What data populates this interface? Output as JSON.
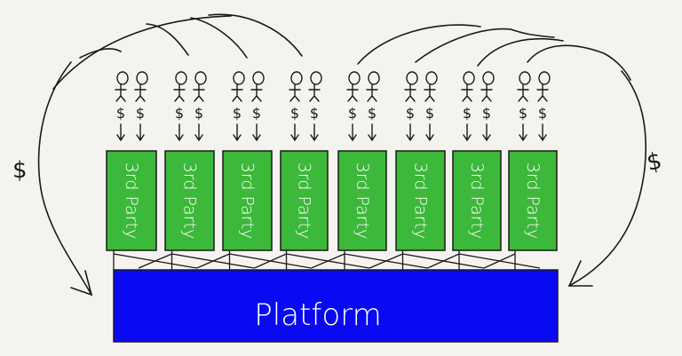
{
  "diagram": {
    "platform_label": "Platform",
    "third_party_label": "3rd Party",
    "third_party_count": 8,
    "users_per_party": 2,
    "user_payment_symbol": "$",
    "left_flow_label": "$",
    "right_flow_label": "$",
    "colors": {
      "background": "#f4f3f0",
      "platform": "#0a0af2",
      "third_party": "#3cb83a",
      "ink": "#1a1a1a",
      "label_on_fill": "#ffffff"
    }
  }
}
